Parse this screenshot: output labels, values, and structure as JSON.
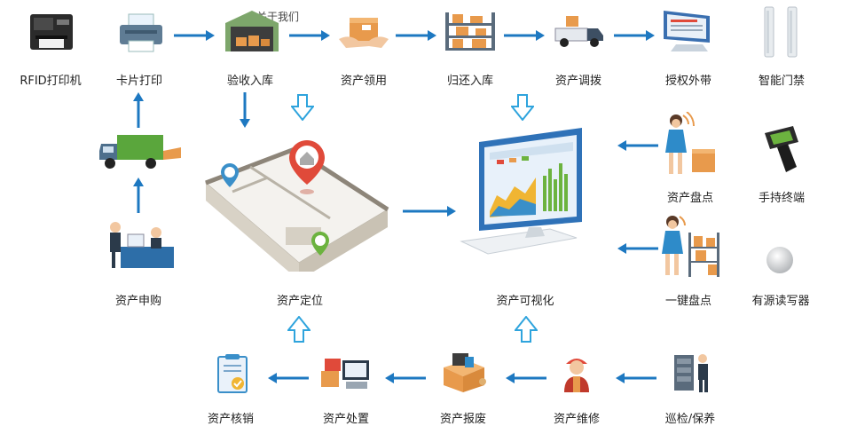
{
  "watermark": "关于我们",
  "nodes": {
    "rfid_printer": "RFID打印机",
    "card_print": "卡片打印",
    "receive_store": "验收入库",
    "asset_claim": "资产领用",
    "return_store": "归还入库",
    "asset_transfer": "资产调拨",
    "auth_takeout": "授权外带",
    "smart_gate": "智能门禁",
    "asset_purchase": "资产申购",
    "asset_location": "资产定位",
    "asset_visual": "资产可视化",
    "asset_inventory": "资产盘点",
    "handheld": "手持终端",
    "one_key_inventory": "一键盘点",
    "active_rw": "有源读写器",
    "asset_writeoff": "资产核销",
    "asset_disposal": "资产处置",
    "asset_scrap": "资产报废",
    "asset_repair": "资产维修",
    "inspect_maintain": "巡检/保养"
  },
  "colors": {
    "arrow": "#1d78c1",
    "hollow_arrow": "#2fa4dd",
    "pin_red": "#e04a3a",
    "pin_green": "#6cb33f",
    "pin_blue": "#3a8fc9",
    "box": "#e89a4c",
    "truck_green": "#5aa63c"
  }
}
